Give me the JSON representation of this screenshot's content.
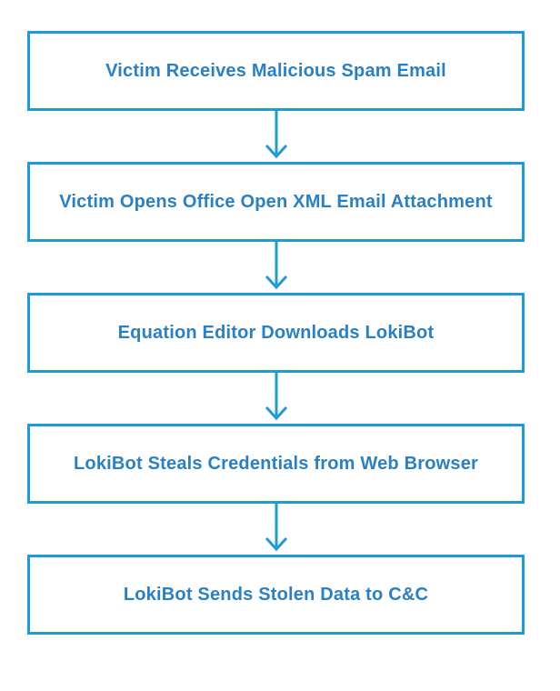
{
  "colors": {
    "box_border": "#1f9ad5",
    "box_text": "#2b80c1",
    "arrow": "#1f9ad5",
    "background": "#ffffff"
  },
  "flowchart": {
    "steps": [
      {
        "label": "Victim Receives Malicious Spam Email"
      },
      {
        "label": "Victim Opens Office Open XML Email Attachment"
      },
      {
        "label": "Equation Editor Downloads LokiBot"
      },
      {
        "label": "LokiBot Steals Credentials from Web Browser"
      },
      {
        "label": "LokiBot Sends Stolen Data to C&C"
      }
    ]
  }
}
